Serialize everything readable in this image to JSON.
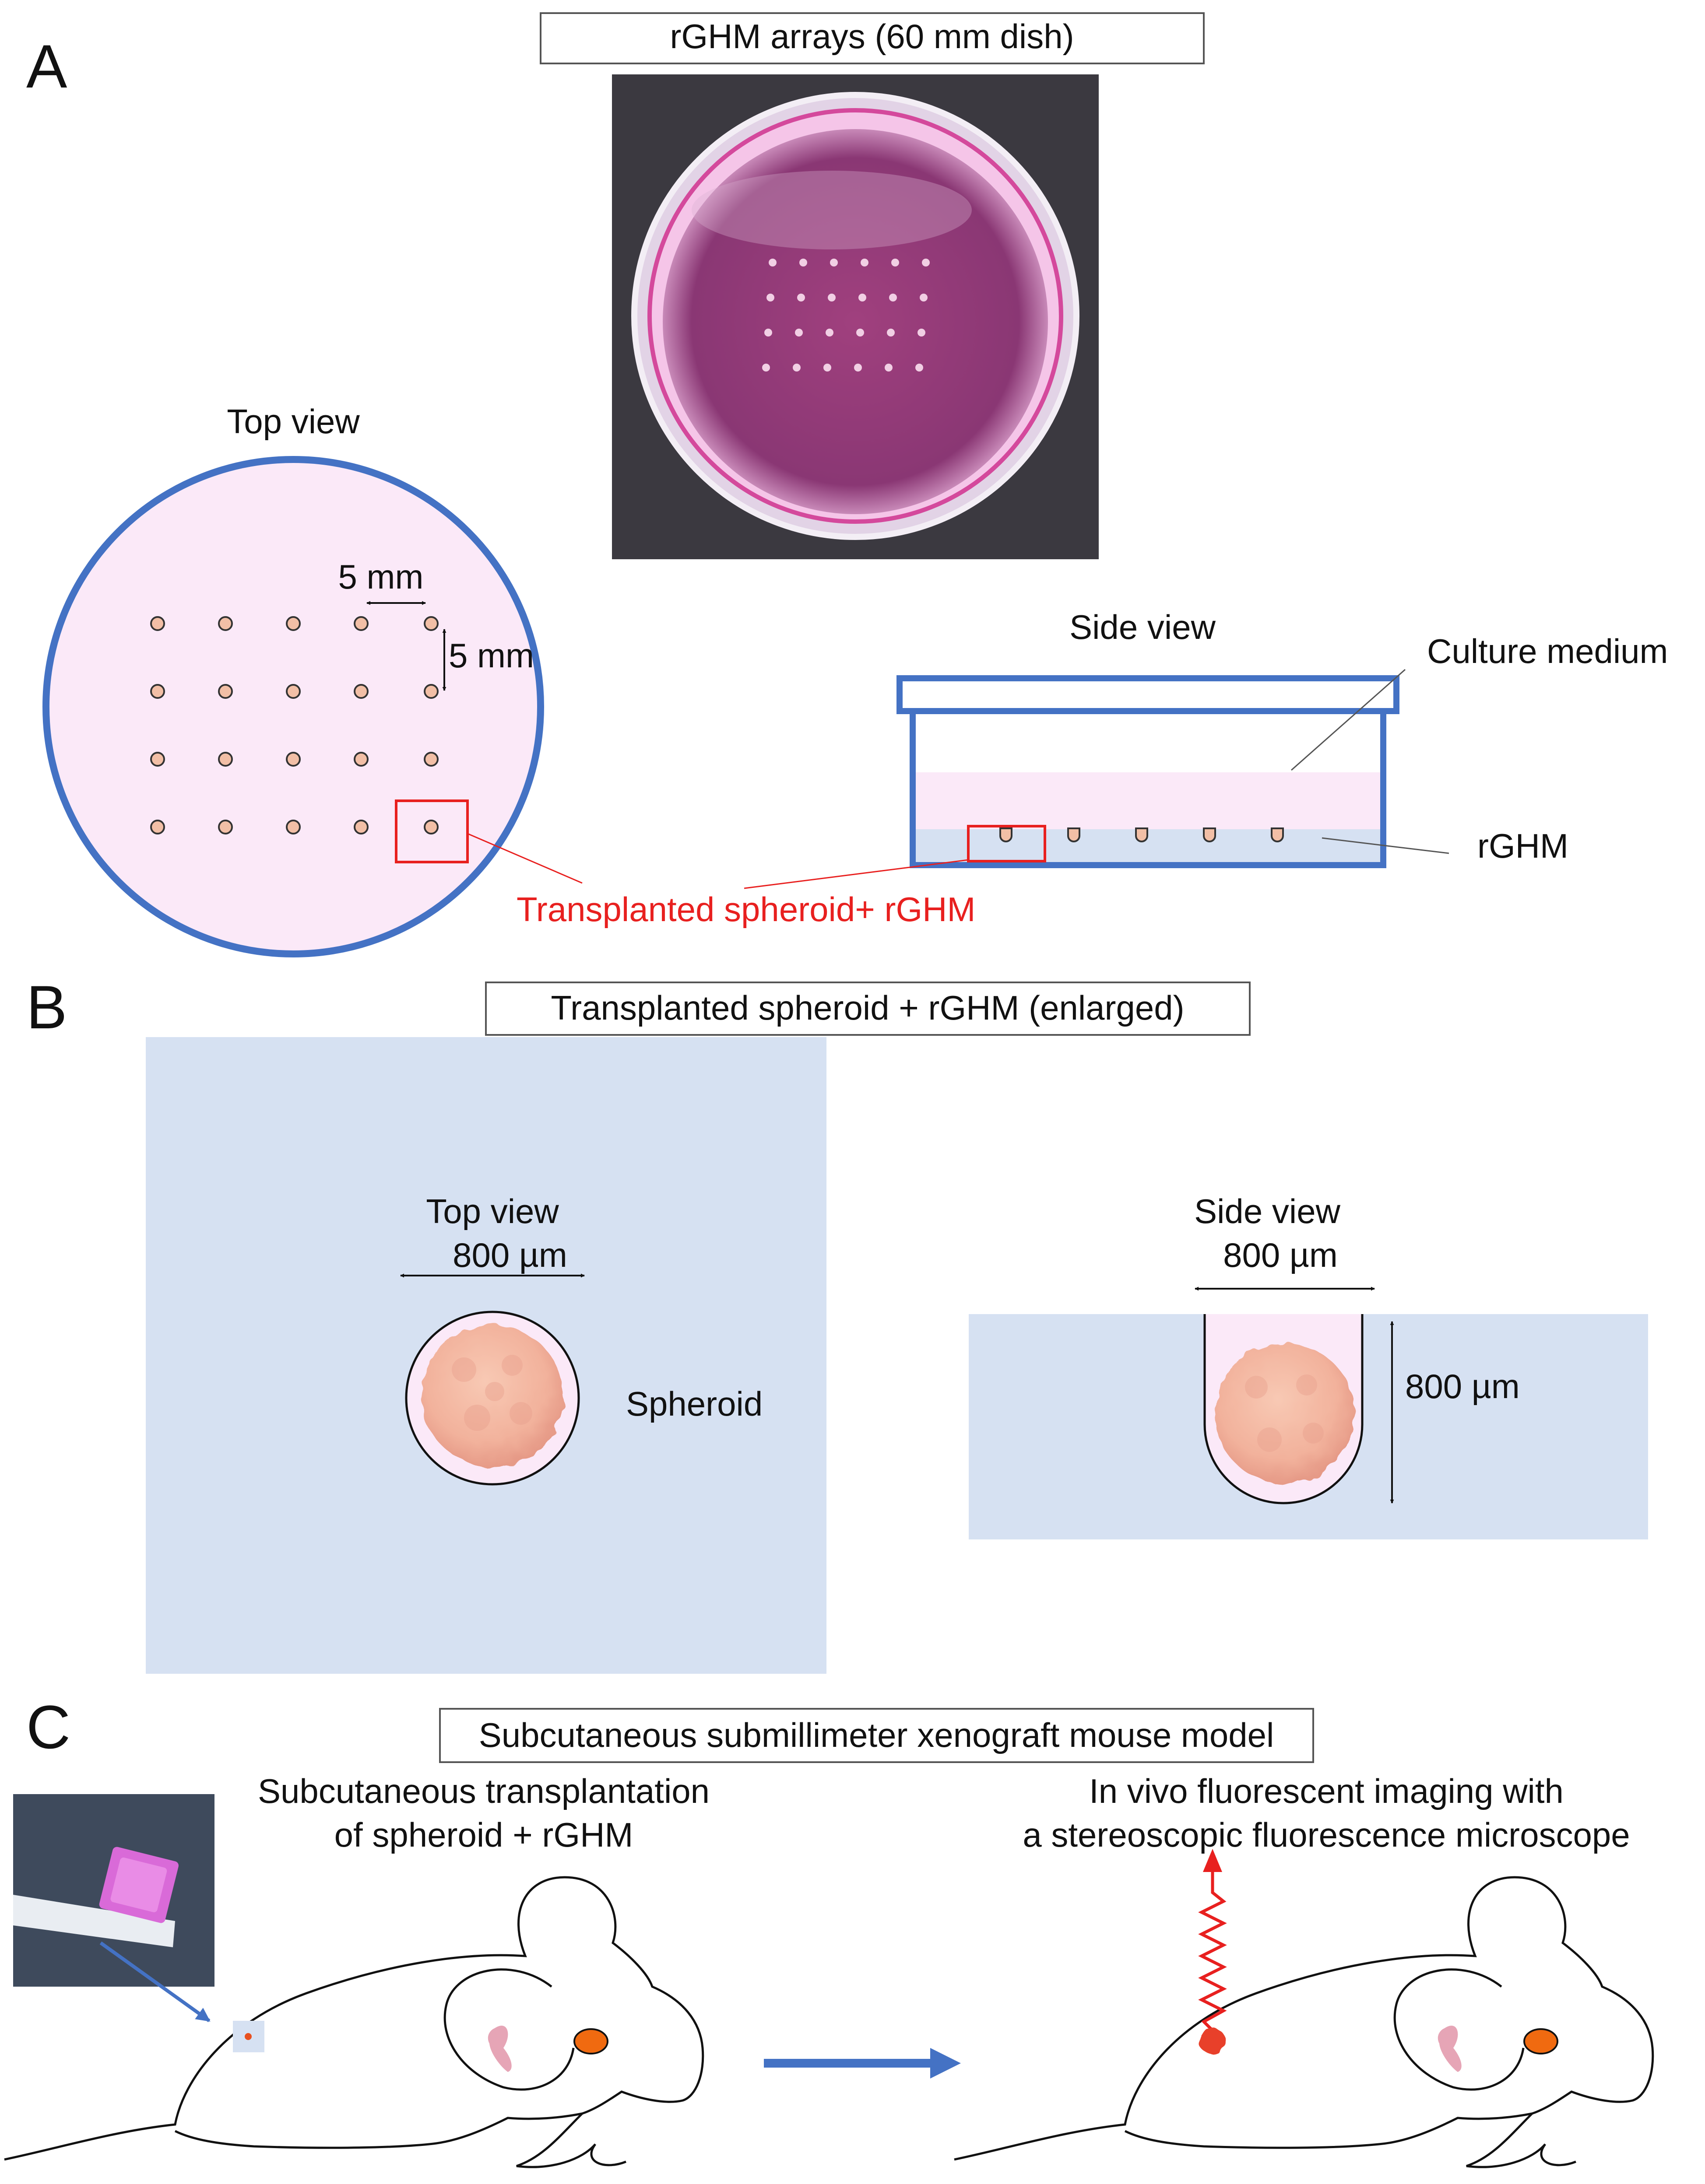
{
  "panel_a": {
    "letter": "A",
    "title": "rGHM arrays (60 mm dish)",
    "top_view_label": "Top view",
    "spacing_h": "5 mm",
    "spacing_v": "5 mm",
    "side_view_label": "Side view",
    "culture_medium": "Culture medium",
    "rghm": "rGHM",
    "transplant_label": "Transplanted spheroid+ rGHM"
  },
  "panel_b": {
    "letter": "B",
    "title": "Transplanted spheroid + rGHM (enlarged)",
    "top_view_label": "Top view",
    "top_dim": "800 µm",
    "spheroid": "Spheroid",
    "side_view_label": "Side view",
    "side_dim_h": "800 µm",
    "side_dim_v": "800 µm"
  },
  "panel_c": {
    "letter": "C",
    "title": "Subcutaneous submillimeter xenograft mouse model",
    "left_line1": "Subcutaneous transplantation",
    "left_line2": "of spheroid + rGHM",
    "right_line1": "In vivo fluorescent imaging with",
    "right_line2": "a stereoscopic fluorescence microscope"
  },
  "colors": {
    "dish_outline": "#4472c4",
    "dish_fill": "#fbe9f8",
    "gel_fill": "#d6e1f2",
    "spheroid": "#f3b49c",
    "well_dot": "#f2bfa6",
    "highlight": "#e8201f",
    "eye": "#f06a10"
  }
}
